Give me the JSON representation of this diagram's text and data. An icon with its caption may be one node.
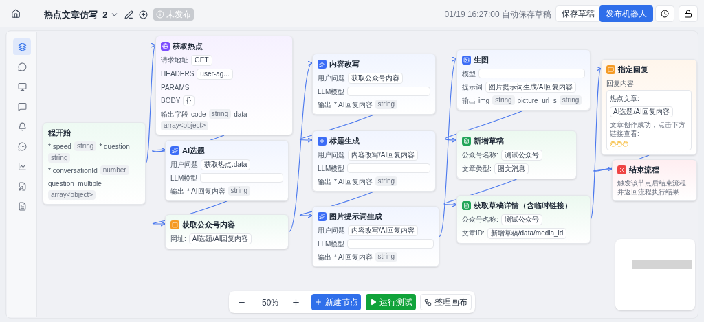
{
  "diagram": {
    "nodes": [
      {
        "text": [
          "程开始",
          "* speed",
          "string",
          "* question",
          "string",
          "* conversationId",
          "number",
          "question_multiple",
          "array<object>"
        ]
      },
      {
        "text": [
          "获取热点",
          "请求地址",
          "GET",
          "HEADERS",
          "user-ag...",
          "PARAMS",
          "BODY",
          "{}",
          "输出字段",
          "code",
          "string",
          "data",
          "array<object>"
        ]
      },
      {
        "text": [
          "AI选题",
          "用户问题",
          "获取热点.data",
          "LLM模型",
          "输出",
          "* AI回复内容",
          "string"
        ]
      },
      {
        "text": [
          "获取公众号内容",
          "网址:",
          "AI选题/AI回复内容"
        ]
      },
      {
        "text": [
          "内容改写",
          "用户问题",
          "获取公众号内容",
          "LLM模型",
          "输出",
          "* AI回复内容",
          "string"
        ]
      },
      {
        "text": [
          "标题生成",
          "用户问题",
          "内容改写/AI回复内容",
          "LLM模型",
          "输出",
          "* AI回复内容",
          "string"
        ]
      },
      {
        "text": [
          "图片提示词生成",
          "用户问题",
          "内容改写/AI回复内容",
          "LLM模型",
          "输出",
          "* AI回复内容",
          "string"
        ]
      },
      {
        "text": [
          "生图",
          "模型",
          "提示词",
          "图片提示词生成/AI回复内容",
          "输出",
          "img",
          "string",
          "picture_url_s",
          "string"
        ]
      },
      {
        "text": [
          "新增草稿",
          "公众号名称:",
          "测试公众号",
          "文章类型:",
          "图文消息"
        ]
      },
      {
        "text": [
          "获取草稿详情（含临时链接）",
          "公众号名称:",
          "测试公众号",
          "文章ID:",
          "新增草稿/data/media_id"
        ]
      },
      {
        "text": [
          "指定回复",
          "回复内容",
          "热点文章:",
          "AI选题/AI回复内容",
          "文章创作成功，点击下方链接查看:"
        ]
      },
      {
        "text": [
          "结束流程",
          "触发该节点后结束流程,并返回流程执行结果"
        ]
      }
    ],
    "edges": [
      {
        "from": 0,
        "to": 1,
        "arrow": "to"
      },
      {
        "from": 1,
        "to": 2,
        "arrow": "to"
      },
      {
        "from": 2,
        "to": 3,
        "arrow": "to"
      },
      {
        "from": 3,
        "to": 4,
        "arrow": "to"
      },
      {
        "from": 4,
        "to": 5,
        "arrow": "to"
      },
      {
        "from": 5,
        "to": 6,
        "arrow": "to"
      },
      {
        "from": 6,
        "to": 7,
        "arrow": "to"
      },
      {
        "from": 7,
        "to": 8,
        "arrow": "to"
      },
      {
        "from": 8,
        "to": 9,
        "arrow": "to"
      },
      {
        "from": 9,
        "to": 10,
        "arrow": "to"
      },
      {
        "from": 10,
        "to": 11,
        "arrow": "to"
      }
    ],
    "labels": [
      "热点文章仿写_2",
      "未发布",
      "01/19 16:27:00 自动保存草稿",
      "保存草稿",
      "发布机器人",
      "50%",
      "新建节点",
      "运行测试",
      "整理画布"
    ]
  }
}
